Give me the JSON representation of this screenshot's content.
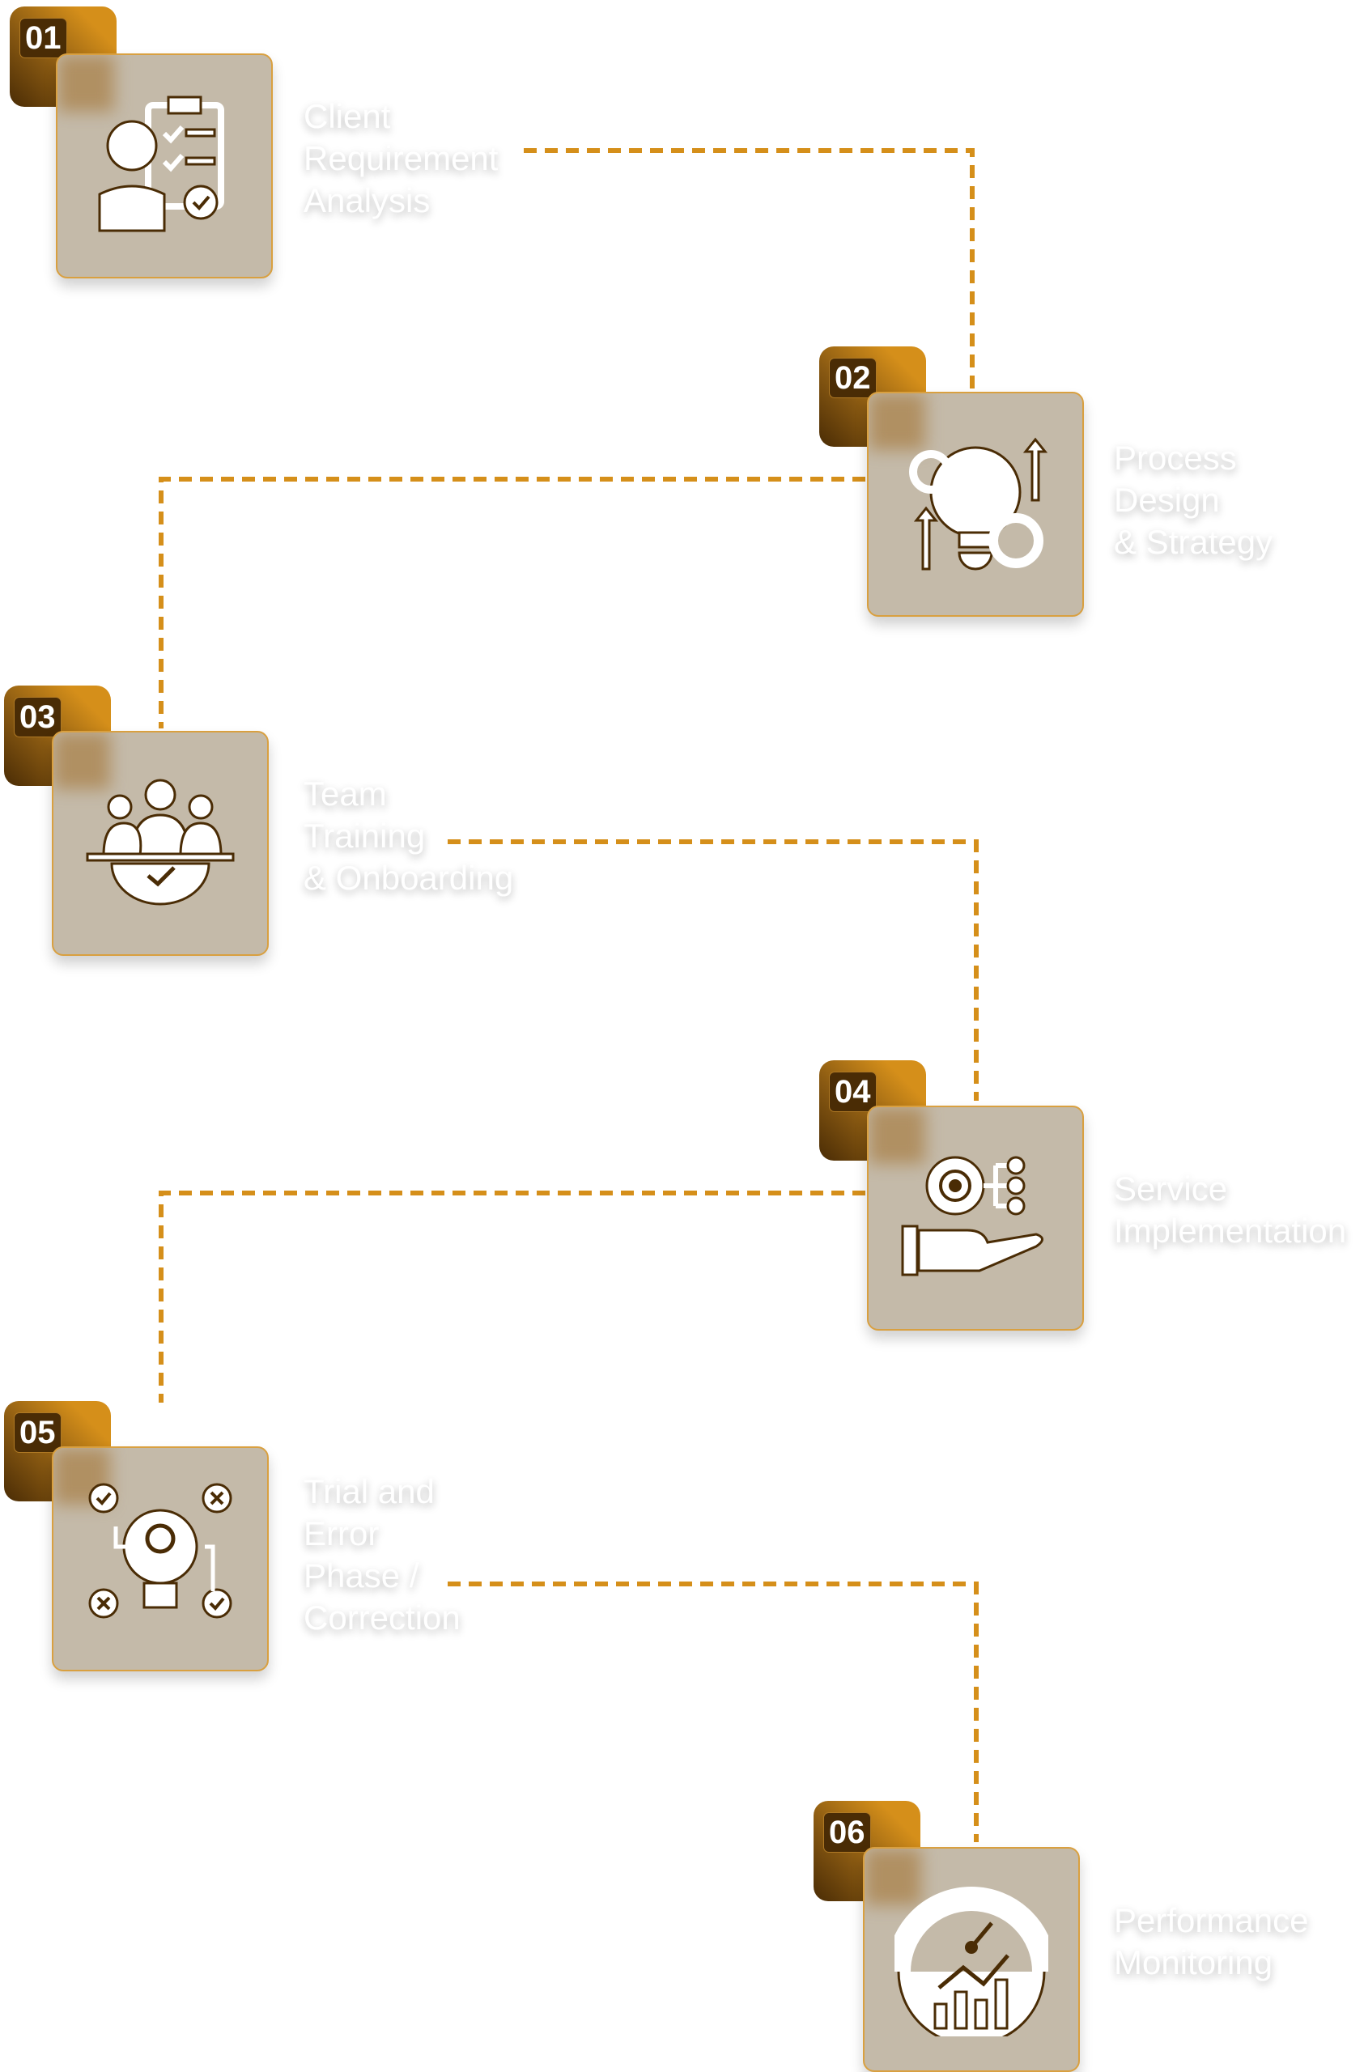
{
  "colors": {
    "accent": "#d58f1a",
    "card": "#c4baa9",
    "badge_dark": "#4a2c05",
    "connector": "#d58f1a"
  },
  "steps": [
    {
      "number": "01",
      "lines": [
        "Client",
        "Requirement",
        "Analysis"
      ],
      "icon": "client-checklist-icon"
    },
    {
      "number": "02",
      "lines": [
        "Process",
        "Design",
        "& Strategy"
      ],
      "icon": "lightbulb-gears-icon"
    },
    {
      "number": "03",
      "lines": [
        "Team",
        "Training",
        "& Onboarding"
      ],
      "icon": "team-gear-icon"
    },
    {
      "number": "04",
      "lines": [
        "Service",
        "Implementation"
      ],
      "icon": "hand-gear-icon"
    },
    {
      "number": "05",
      "lines": [
        "Trial and",
        "Error",
        "Phase /",
        "Correction"
      ],
      "icon": "lightbulb-check-cross-icon"
    },
    {
      "number": "06",
      "lines": [
        "Performance",
        "Monitoring"
      ],
      "icon": "gauge-chart-icon"
    }
  ]
}
